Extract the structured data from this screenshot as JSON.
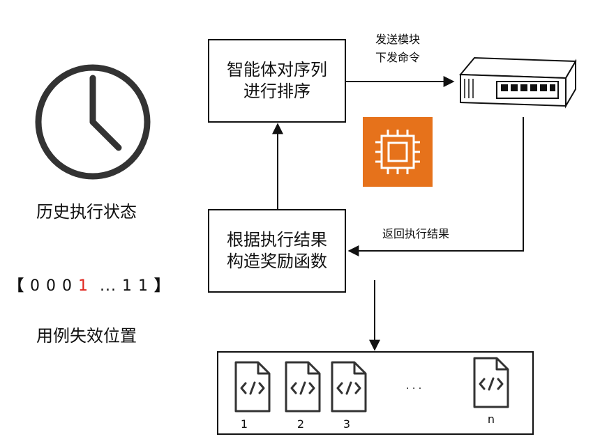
{
  "colors": {
    "line": "#111111",
    "icon": "#333333",
    "chip_bg": "#e6721b",
    "red": "#e0261f"
  },
  "history": {
    "label": "历史执行状态",
    "icon": "clock-icon"
  },
  "sequence": {
    "open": "【",
    "bits": [
      "0",
      "0",
      "0",
      "1"
    ],
    "ellipsis": "...",
    "tail": [
      "1",
      "1"
    ],
    "close": "】",
    "highlight_index": 3
  },
  "failure_label": "用例失效位置",
  "agent_box": {
    "line1": "智能体对序列",
    "line2": "进行排序"
  },
  "reward_box": {
    "line1": "根据执行结果",
    "line2": "构造奖励函数"
  },
  "send_label": {
    "line1": "发送模块",
    "line2": "下发命令"
  },
  "return_label": "返回执行结果",
  "device": {
    "icon": "network-switch-icon"
  },
  "chip": {
    "icon": "chip-icon"
  },
  "files": {
    "icon": "code-file-icon",
    "labels": [
      "1",
      "2",
      "3",
      "n"
    ],
    "dots": "· · ·"
  }
}
